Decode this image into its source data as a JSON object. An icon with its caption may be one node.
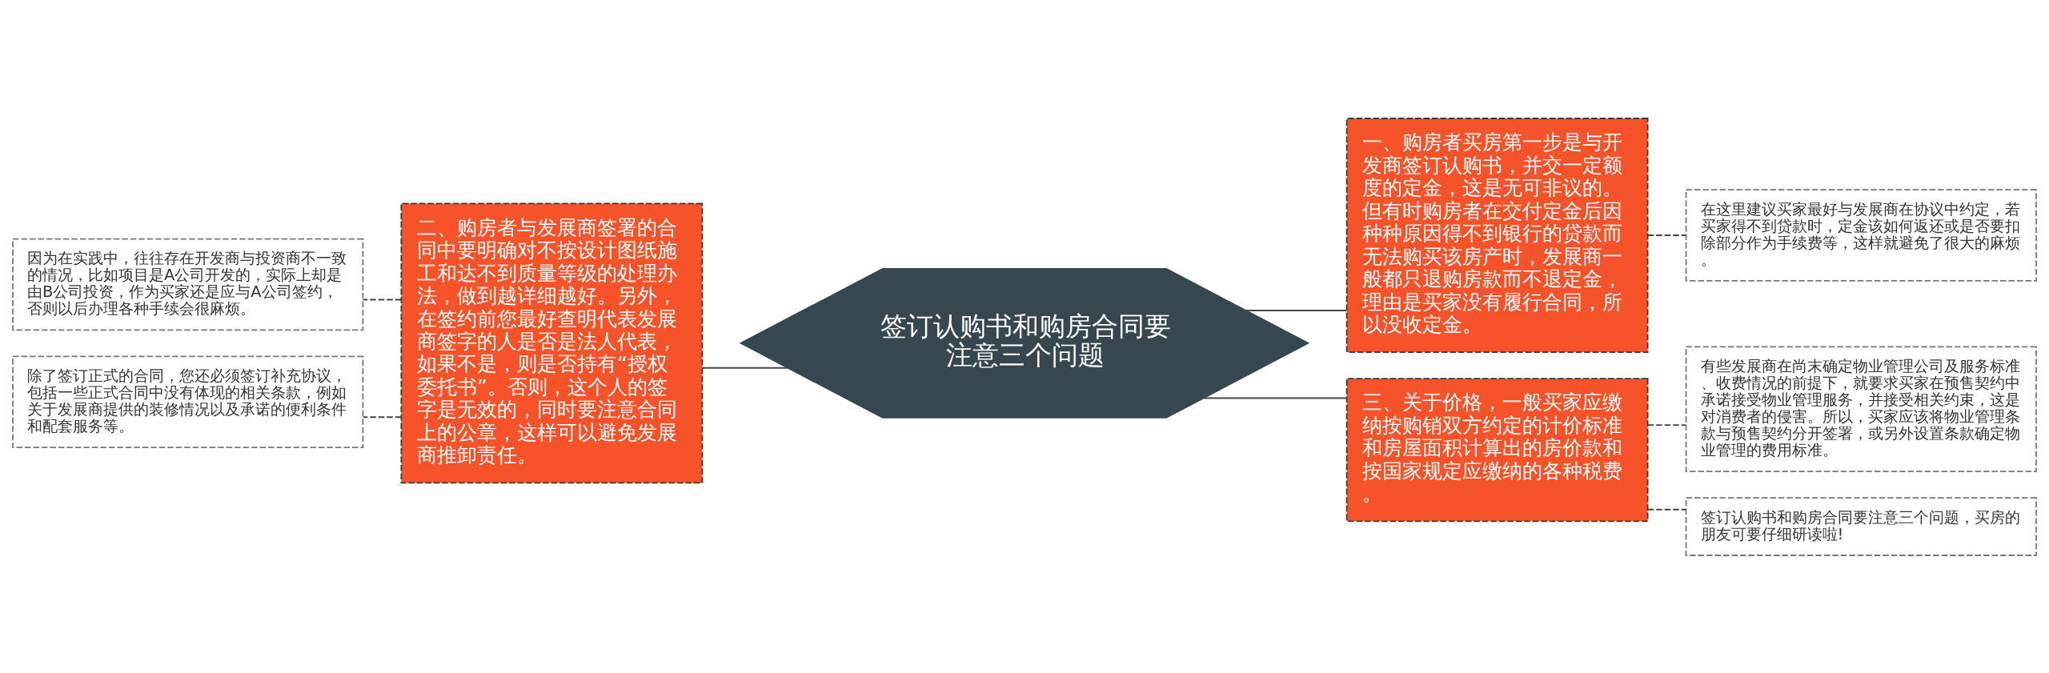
{
  "diagram": {
    "nodes": [
      {
        "text": [
          "签订认购书和购房合同要注意三个问题"
        ]
      },
      {
        "text": [
          "一、购房者买房第一步是与开发商签订认购书，并交一定额度的定金，这是无可非议的。但有时购房者在交付定金后因种种原因得不到银行的贷款而无法购买该房产时，发展商一般都只退购房款而不退定金，理由是买家没有履行合同，所以没收定金。"
        ]
      },
      {
        "text": [
          "在这里建议买家最好与发展商在协议中约定，若买家得不到贷款时，定金该如何返还或是否要扣除部分作为手续费等，这样就避免了很大的麻烦。"
        ]
      },
      {
        "text": [
          "三、关于价格，一般买家应缴纳按购销双方约定的计价标准和房屋面积计算出的房价款和按国家规定应缴纳的各种税费。"
        ]
      },
      {
        "text": [
          "有些发展商在尚末确定物业管理公司及服务标准、收费情况的前提下，就要求买家在预售契约中承诺接受物业管理服务，并接受相关约束，这是对消费者的侵害。所以，买家应该将物业管理条款与预售契约分开签署，或另外设置条款确定物业管理的费用标准。"
        ]
      },
      {
        "text": [
          "签订认购书和购房合同要注意三个问题，买房的朋友可要仔细研读啦!"
        ]
      },
      {
        "text": [
          "二、购房者与发展商签署的合同中要明确对不按设计图纸施工和达不到质量等级的处理办法，做到越详细越好。另外，在签约前您最好查明代表发展商签字的人是否是法人代表，如果不是，则是否持有“授权委托书”。否则，这个人的签字是无效的，同时要注意合同上的公章，这样可以避免发展商推卸责任。"
        ]
      },
      {
        "text": [
          "因为在实践中，往往存在开发商与投资商不一致的情况，比如项目是A公司开发的，实际上却是由B公司投资，作为买家还是应与A公司签约，否则以后办理各种手续会很麻烦。"
        ]
      },
      {
        "text": [
          "除了签订正式的合同，您还必须签订补充协议，包括一些正式合同中没有体现的相关条款，例如关于发展商提供的装修情况以及承诺的便利条件和配套服务等。"
        ]
      }
    ],
    "edges": [
      {
        "from": 0,
        "to": 1,
        "arrow": "none"
      },
      {
        "from": 0,
        "to": 3,
        "arrow": "none"
      },
      {
        "from": 0,
        "to": 6,
        "arrow": "none"
      },
      {
        "from": 1,
        "to": 2,
        "arrow": "none",
        "style": "dashed"
      },
      {
        "from": 3,
        "to": 4,
        "arrow": "none",
        "style": "dashed"
      },
      {
        "from": 3,
        "to": 5,
        "arrow": "none",
        "style": "dashed"
      },
      {
        "from": 6,
        "to": 7,
        "arrow": "none",
        "style": "dashed"
      },
      {
        "from": 6,
        "to": 8,
        "arrow": "none",
        "style": "dashed"
      }
    ]
  }
}
